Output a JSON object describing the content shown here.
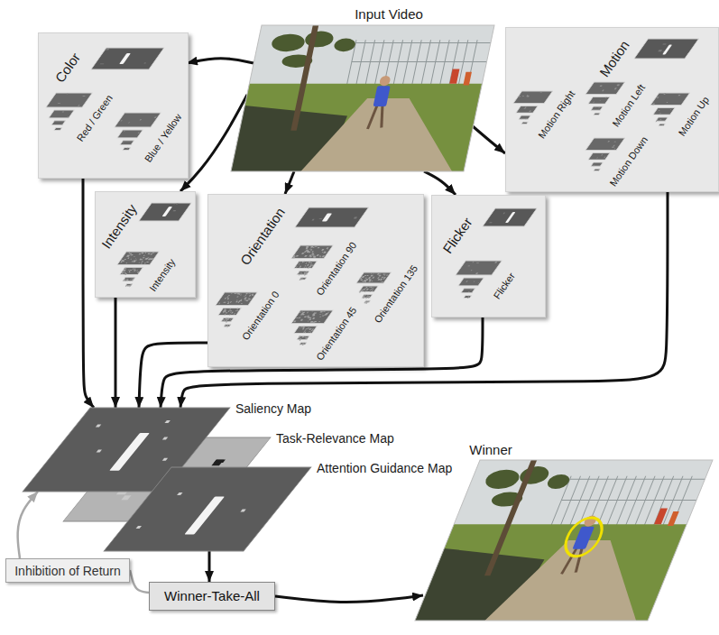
{
  "diagram": {
    "nodes": [
      {
        "text": [
          "Input Video"
        ]
      },
      {
        "text": [
          "Color",
          "Red / Green",
          "Blue / Yellow"
        ]
      },
      {
        "text": [
          "Motion",
          "Motion Right",
          "Motion Left",
          "Motion Down",
          "Motion Up"
        ]
      },
      {
        "text": [
          "Intensity",
          "Intensity"
        ]
      },
      {
        "text": [
          "Orientation",
          "Orientation 0",
          "Orientation 90",
          "Orientation 45",
          "Orientation 135"
        ]
      },
      {
        "text": [
          "Flicker",
          "Flicker"
        ]
      },
      {
        "text": [
          "Saliency Map"
        ]
      },
      {
        "text": [
          "Task-Relevance Map"
        ]
      },
      {
        "text": [
          "Attention Guidance Map"
        ]
      },
      {
        "text": [
          "Winner"
        ]
      },
      {
        "text": [
          "Inhibition of Return"
        ]
      },
      {
        "text": [
          "Winner-Take-All"
        ]
      }
    ],
    "edges": [
      {
        "from": 0,
        "to": 1,
        "arrow": "to"
      },
      {
        "from": 0,
        "to": 3,
        "arrow": "to"
      },
      {
        "from": 0,
        "to": 4,
        "arrow": "to"
      },
      {
        "from": 0,
        "to": 5,
        "arrow": "to"
      },
      {
        "from": 0,
        "to": 2,
        "arrow": "to"
      },
      {
        "from": 1,
        "to": 6,
        "arrow": "to"
      },
      {
        "from": 3,
        "to": 6,
        "arrow": "to"
      },
      {
        "from": 4,
        "to": 6,
        "arrow": "to"
      },
      {
        "from": 5,
        "to": 6,
        "arrow": "to"
      },
      {
        "from": 2,
        "to": 6,
        "arrow": "to"
      },
      {
        "from": 8,
        "to": 11,
        "arrow": "to"
      },
      {
        "from": 11,
        "to": 9,
        "arrow": "to"
      },
      {
        "from": 11,
        "to": 10,
        "arrow": "none"
      },
      {
        "from": 10,
        "to": 6,
        "arrow": "to"
      }
    ]
  }
}
